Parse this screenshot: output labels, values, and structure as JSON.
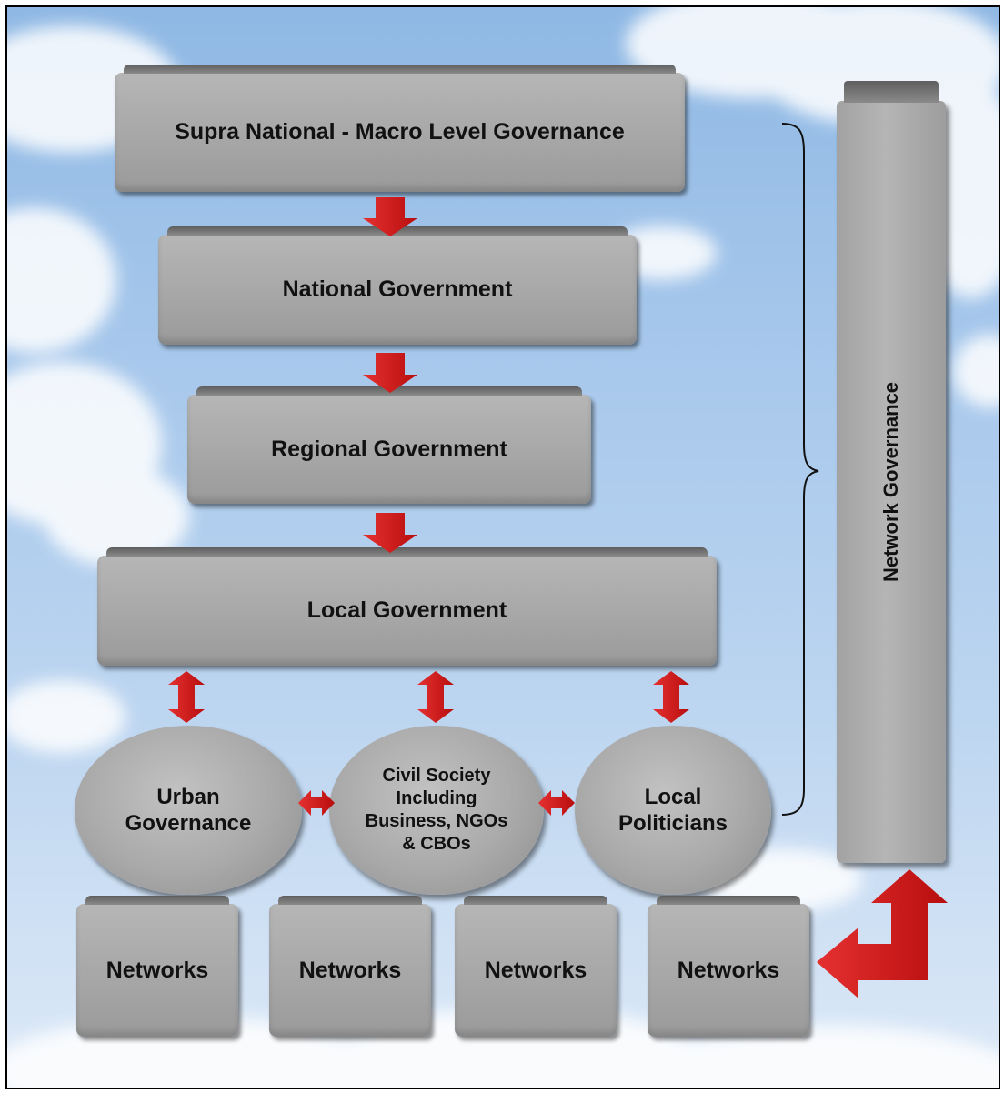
{
  "levels": {
    "supra": "Supra National - Macro Level Governance",
    "national": "National Government",
    "regional": "Regional Government",
    "local": "Local Government"
  },
  "actors": {
    "urban": "Urban Governance",
    "civil": "Civil Society Including Business, NGOs & CBOs",
    "politicians": "Local Politicians"
  },
  "networks": [
    "Networks",
    "Networks",
    "Networks",
    "Networks"
  ],
  "network_governance": "Network Governance",
  "colors": {
    "arrow": "#d21c1c",
    "box": "#a8a8a8",
    "sky": "#a9c9ec"
  },
  "icons": [
    "down-arrow-icon",
    "double-vertical-arrow-icon",
    "double-horizontal-arrow-icon",
    "bent-arrow-icon",
    "curly-brace-icon"
  ]
}
